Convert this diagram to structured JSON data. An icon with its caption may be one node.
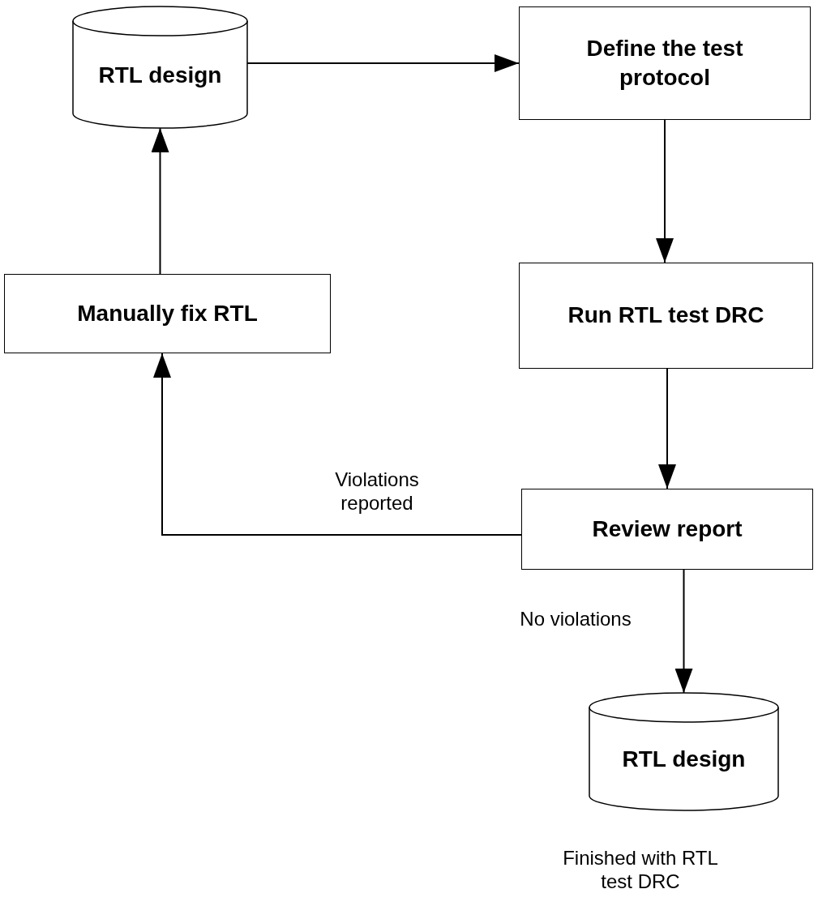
{
  "diagram": {
    "nodes": [
      {
        "text": [
          "RTL design"
        ]
      },
      {
        "text": [
          "Define the test protocol"
        ]
      },
      {
        "text": [
          "Run RTL test DRC"
        ]
      },
      {
        "text": [
          "Manually fix RTL"
        ]
      },
      {
        "text": [
          "Review report"
        ]
      },
      {
        "text": [
          "RTL design"
        ],
        "beside": [
          "Finished with RTL test DRC"
        ]
      }
    ],
    "edges": [
      {
        "from": 0,
        "to": 1,
        "arrow": "to"
      },
      {
        "from": 1,
        "to": 2,
        "arrow": "to"
      },
      {
        "from": 2,
        "to": 4,
        "arrow": "to"
      },
      {
        "from": 4,
        "to": 3,
        "arrow": "to",
        "label": "Violations reported"
      },
      {
        "from": 3,
        "to": 0,
        "arrow": "to"
      },
      {
        "from": 4,
        "to": 5,
        "arrow": "to",
        "label": "No violations"
      }
    ]
  }
}
